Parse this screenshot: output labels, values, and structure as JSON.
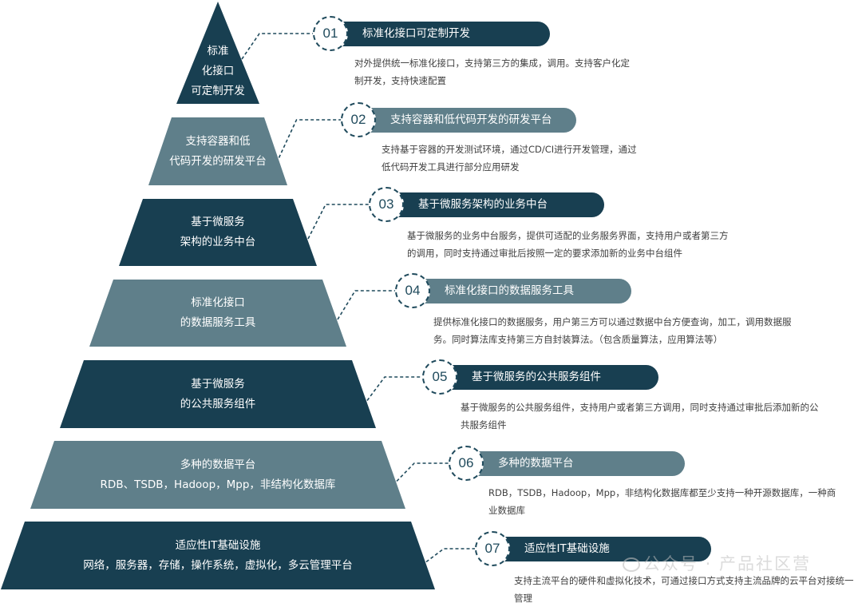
{
  "layers": [
    {
      "number": "01",
      "layer_text": "标准\n化接口\n可定制开发",
      "title": "标准化接口可定制开发",
      "description": "对外提供统一标准化接口，支持第三方的集成，调用。支持客户化定制开发，支持快速配置",
      "shade": "dark"
    },
    {
      "number": "02",
      "layer_text": "支持容器和低\n代码开发的研发平台",
      "title": "支持容器和低代码开发的研发平台",
      "description": "支持基于容器的开发测试环境，通过CD/CI进行开发管理，通过低代码开发工具进行部分应用研发",
      "shade": "light"
    },
    {
      "number": "03",
      "layer_text": "基于微服务\n架构的业务中台",
      "title": "基于微服务架构的业务中台",
      "description": "基于微服务的业务中台服务，提供可适配的业务服务界面，支持用户或者第三方的调用，同时支持通过审批后按照一定的要求添加新的业务中台组件",
      "shade": "dark"
    },
    {
      "number": "04",
      "layer_text": "标准化接口\n的数据服务工具",
      "title": "标准化接口的数据服务工具",
      "description": "提供标准化接口的数据服务，用户第三方可以通过数据中台方便查询，加工，调用数据服务。同时算法库支持第三方自封装算法。（包含质量算法，应用算法等）",
      "shade": "light"
    },
    {
      "number": "05",
      "layer_text": "基于微服务\n的公共服务组件",
      "title": "基于微服务的公共服务组件",
      "description": "基于微服务的公共服务组件，支持用户或者第三方调用，同时支持通过审批后添加新的公共服务组件",
      "shade": "dark"
    },
    {
      "number": "06",
      "layer_text": "多种的数据平台\nRDB、TSDB，Hadoop，Mpp，非结构化数据库",
      "title": "多种的数据平台",
      "description": "RDB，TSDB，Hadoop，Mpp，非结构化数据库都至少支持一种开源数据库，一种商业数据库",
      "shade": "light"
    },
    {
      "number": "07",
      "layer_text": "适应性IT基础设施\n网络，服务器，存储，操作系统，虚拟化，多云管理平台",
      "title": "适应性IT基础设施",
      "description": "支持主流平台的硬件和虚拟化技术，可通过接口方式支持主流品牌的云平台对接统一管理",
      "shade": "dark"
    }
  ],
  "watermark": "公众号 · 产品社区营",
  "colors": {
    "dark": "#183f51",
    "light": "#5f7f8a",
    "connector": "#1f4a5c"
  }
}
